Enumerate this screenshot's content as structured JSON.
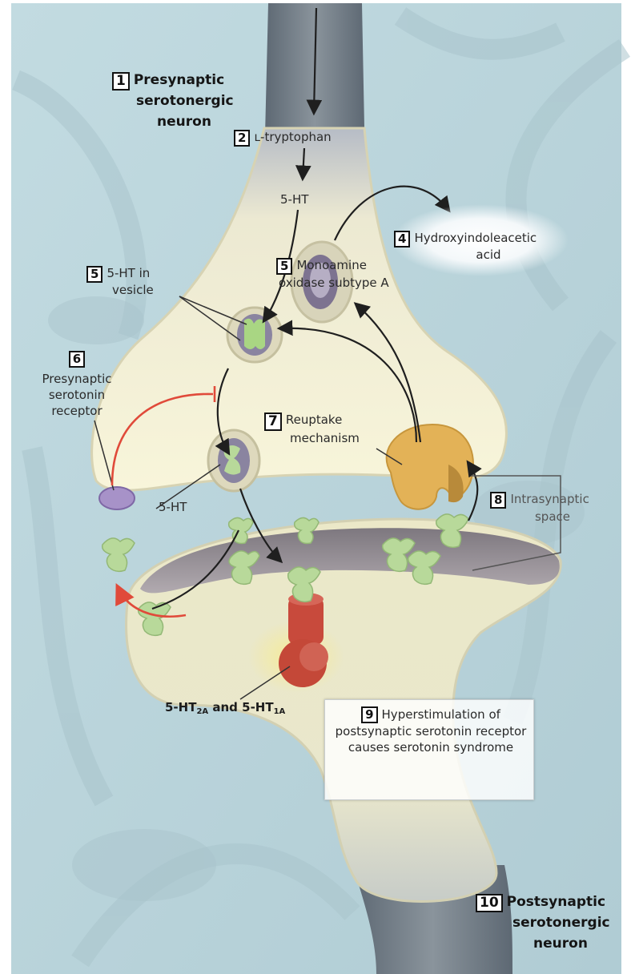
{
  "labels": {
    "l1": {
      "num": "1",
      "text": "Presynaptic serotonergic neuron",
      "line1": "Presynaptic",
      "line2": "serotonergic",
      "line3": "neuron"
    },
    "l2": {
      "num": "2",
      "text": "ʟ-tryptophan"
    },
    "l5ht_top": "5-HT",
    "l4": {
      "num": "4",
      "line1": "Hydroxyindoleacetic",
      "line2": "acid"
    },
    "l5a": {
      "num": "5",
      "line1": "5-HT in",
      "line2": "vesicle"
    },
    "l5b": {
      "num": "5",
      "line1": "Monoamine",
      "line2": "oxidase subtype A"
    },
    "l6": {
      "num": "6",
      "line1": "Presynaptic",
      "line2": "serotonin",
      "line3": "receptor"
    },
    "l7": {
      "num": "7",
      "line1": "Reuptake",
      "line2": "mechanism"
    },
    "l5ht_left": "5-HT",
    "l8": {
      "num": "8",
      "line1": "Intrasynaptic",
      "line2": "space"
    },
    "receptors": {
      "a": "5-HT",
      "a_sub": "2A",
      "mid": " and 5-HT",
      "b_sub": "1A"
    },
    "l9": {
      "num": "9",
      "text": "Hyperstimulation of postsynaptic serotonin receptor causes serotonin syndrome"
    },
    "l10": {
      "num": "10",
      "line1": "Postsynaptic",
      "line2": "serotonergic",
      "line3": "neuron"
    }
  },
  "colors": {
    "background": "#bcd6dc",
    "presynaptic": "#f4f0d2",
    "postsynaptic": "#eeebca",
    "axon": "#6f7b86",
    "receptor_red": "#c84a3c",
    "serotonin_green": "#b8d99a",
    "reuptake_orange": "#e3b257",
    "presynaptic_receptor": "#a792c8",
    "inhibition_red": "#e04a3a"
  }
}
